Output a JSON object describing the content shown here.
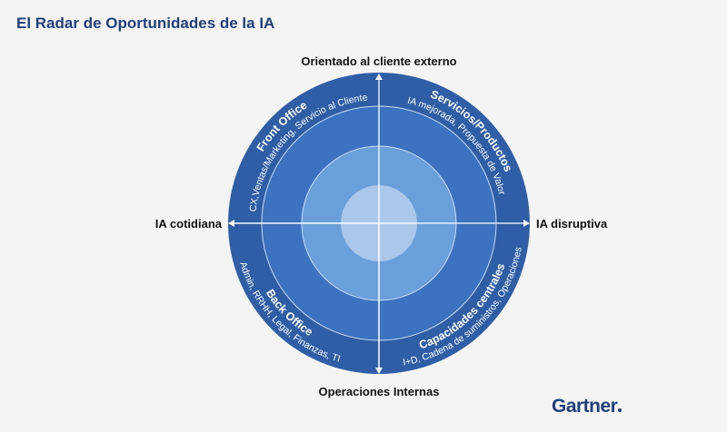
{
  "title": "El Radar de Oportunidades de la IA",
  "axes": {
    "top": "Orientado al cliente externo",
    "bottom": "Operaciones Internas",
    "left": "IA cotidiana",
    "right": "IA disruptiva"
  },
  "quadrants": [
    {
      "title": "Front Office",
      "subtitle": "CX,Ventas/Marketing, Servicio al Cliente"
    },
    {
      "title": "Servicios/Productos",
      "subtitle": "IA mejorada, Propuesta de Valor"
    },
    {
      "title": "Back Office",
      "subtitle": "Admin, RRHH, Legal, Finanzas, TI"
    },
    {
      "title": "Capacidades centrales",
      "subtitle": "I+D, Cadena de suministros, Operaciones"
    }
  ],
  "logo": "Gartner",
  "colors": {
    "ring1": "#2f5ea6",
    "ring2": "#3c72bf",
    "ring3": "#6a9fdc",
    "ring4": "#abc8ea",
    "title": "#1f3f7a"
  }
}
